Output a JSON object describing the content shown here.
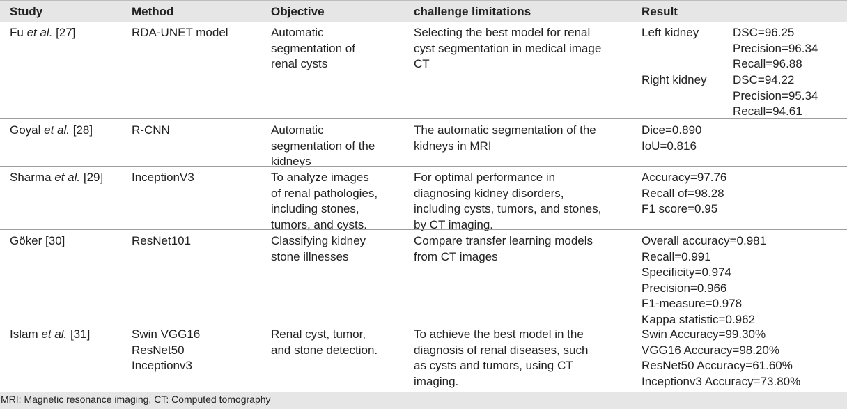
{
  "headers": {
    "study": "Study",
    "method": "Method",
    "objective": "Objective",
    "challenge": "challenge limitations",
    "result": "Result"
  },
  "rows": [
    {
      "study_name": "Fu",
      "study_etal": "et al.",
      "study_ref": "[27]",
      "method": [
        "RDA-UNET model"
      ],
      "objective": [
        "Automatic",
        "segmentation of",
        "renal cysts"
      ],
      "challenge": [
        "Selecting the best model for renal",
        "cyst segmentation in medical image",
        "CT"
      ],
      "result_groups": [
        {
          "label": "Left kidney",
          "values": [
            "DSC=96.25",
            "Precision=96.34",
            "Recall=96.88"
          ]
        },
        {
          "label": "Right kidney",
          "values": [
            "DSC=94.22",
            "Precision=95.34",
            "Recall=94.61"
          ]
        }
      ]
    },
    {
      "study_name": "Goyal",
      "study_etal": "et al.",
      "study_ref": "[28]",
      "method": [
        "R-CNN"
      ],
      "objective": [
        "Automatic",
        "segmentation of the",
        "kidneys"
      ],
      "challenge": [
        "The automatic segmentation of the",
        "kidneys in MRI"
      ],
      "result": [
        "Dice=0.890",
        "IoU=0.816"
      ]
    },
    {
      "study_name": "Sharma",
      "study_etal": "et al.",
      "study_ref": "[29]",
      "method": [
        "InceptionV3"
      ],
      "objective": [
        "To analyze images",
        "of renal pathologies,",
        "including stones,",
        "tumors, and cysts."
      ],
      "challenge": [
        "For optimal performance in",
        "diagnosing kidney disorders,",
        "including cysts, tumors, and stones,",
        "by CT imaging."
      ],
      "result": [
        "Accuracy=97.76",
        "Recall of=98.28",
        "F1 score=0.95"
      ]
    },
    {
      "study_name": "Göker [30]",
      "method": [
        "ResNet101"
      ],
      "objective": [
        "Classifying kidney",
        "stone illnesses"
      ],
      "challenge": [
        "Compare transfer learning models",
        "from CT images"
      ],
      "result": [
        "Overall accuracy=0.981",
        "Recall=0.991",
        "Specificity=0.974",
        "Precision=0.966",
        "F1-measure=0.978",
        "Kappa statistic=0.962"
      ]
    },
    {
      "study_name": "Islam",
      "study_etal": "et al.",
      "study_ref": "[31]",
      "method": [
        "Swin VGG16",
        "ResNet50",
        "Inceptionv3"
      ],
      "objective": [
        "Renal cyst, tumor,",
        "and stone detection."
      ],
      "challenge": [
        "To achieve the best model in the",
        "diagnosis of renal diseases, such",
        "as cysts and tumors, using CT",
        "imaging."
      ],
      "result": [
        "Swin Accuracy=99.30%",
        "VGG16 Accuracy=98.20%",
        "ResNet50 Accuracy=61.60%",
        "Inceptionv3 Accuracy=73.80%"
      ]
    }
  ],
  "footnote": "MRI: Magnetic resonance imaging, CT: Computed tomography"
}
